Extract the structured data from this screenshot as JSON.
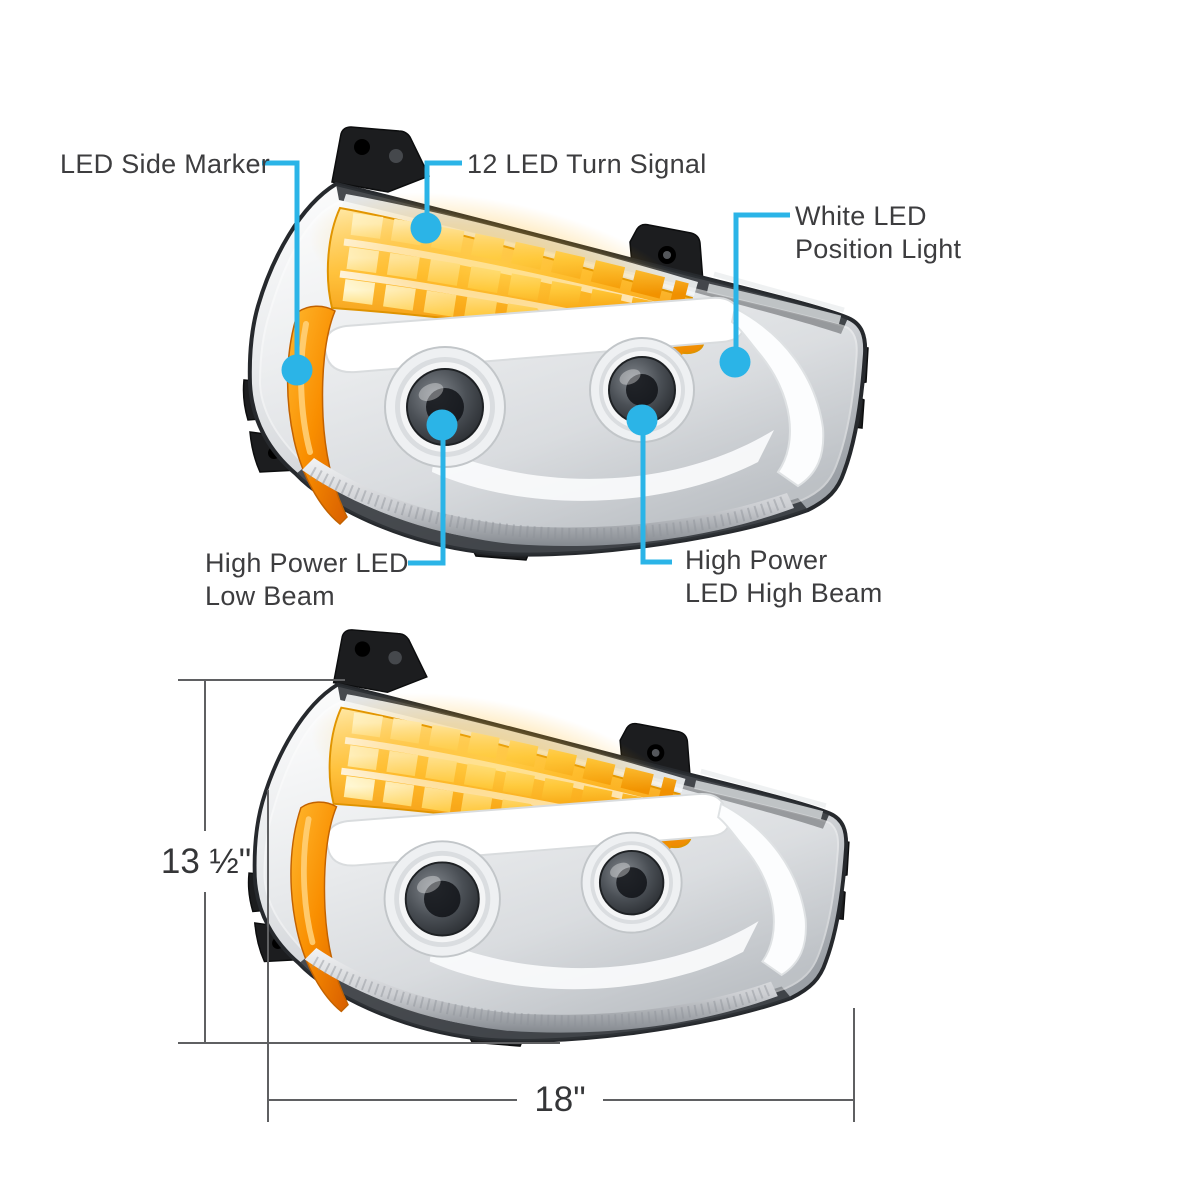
{
  "callouts": {
    "side_marker": {
      "line1": "LED Side Marker"
    },
    "turn_signal": {
      "line1": "12 LED Turn Signal"
    },
    "position_light": {
      "line1": "White LED",
      "line2": "Position Light"
    },
    "low_beam": {
      "line1": "High Power LED",
      "line2": "Low Beam"
    },
    "high_beam": {
      "line1": "High Power",
      "line2": "LED High Beam"
    }
  },
  "dimensions": {
    "height_label": "13 ½\"",
    "width_label": "18\""
  },
  "colors": {
    "callout_accent": "#2bb4e7",
    "label_text": "#3d3d3f",
    "dimension_line": "#5f6062",
    "amber_lens": "#f7941d",
    "amber_led_bright": "#ffd24a",
    "chrome_light": "#eef0f2",
    "chrome_dark": "#9ba0a6",
    "housing_black": "#1c1d1f"
  },
  "icons": {
    "callout_dot": "filled-circle-marker"
  }
}
